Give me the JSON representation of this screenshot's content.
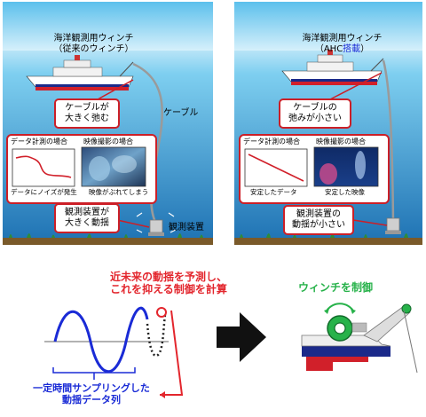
{
  "left_panel": {
    "winch_title_line1": "海洋観測用ウィンチ",
    "winch_title_line2": "（従来のウィンチ）",
    "callout_cable_line1": "ケーブルが",
    "callout_cable_line2": "大きく弛む",
    "cable_label": "ケーブル",
    "data_label": "データ計測の場合",
    "video_label": "映像撮影の場合",
    "data_caption": "データにノイズが発生",
    "video_caption": "映像がぶれてしまう",
    "callout_device_line1": "観測装置が",
    "callout_device_line2": "大きく動揺",
    "device_label": "観測装置"
  },
  "right_panel": {
    "winch_title_line1": "海洋観測用ウィンチ",
    "winch_title_line2_prefix": "（AHC",
    "winch_title_line2_highlight": "搭載",
    "winch_title_line2_suffix": "）",
    "callout_cable_line1": "ケーブルの",
    "callout_cable_line2": "弛みが小さい",
    "data_label": "データ計測の場合",
    "video_label": "映像撮影の場合",
    "data_caption": "安定したデータ",
    "video_caption": "安定した映像",
    "callout_device_line1": "観測装置の",
    "callout_device_line2": "動揺が小さい"
  },
  "bottom": {
    "predict_line1": "近未来の動揺を予測し、",
    "predict_line2": "これを抑える制御を計算",
    "sample_line1": "一定時間サンプリングした",
    "sample_line2": "動揺データ列",
    "winch_control": "ウィンチを制御"
  },
  "colors": {
    "sea_top": "#7ecff0",
    "sea_bottom": "#1f73b4",
    "callout_border": "#cc1f27",
    "signal_blue": "#1a2bd6",
    "predict_red": "#e3262d",
    "control_green": "#27b24a",
    "highlight_blue": "#1a2bd6"
  }
}
